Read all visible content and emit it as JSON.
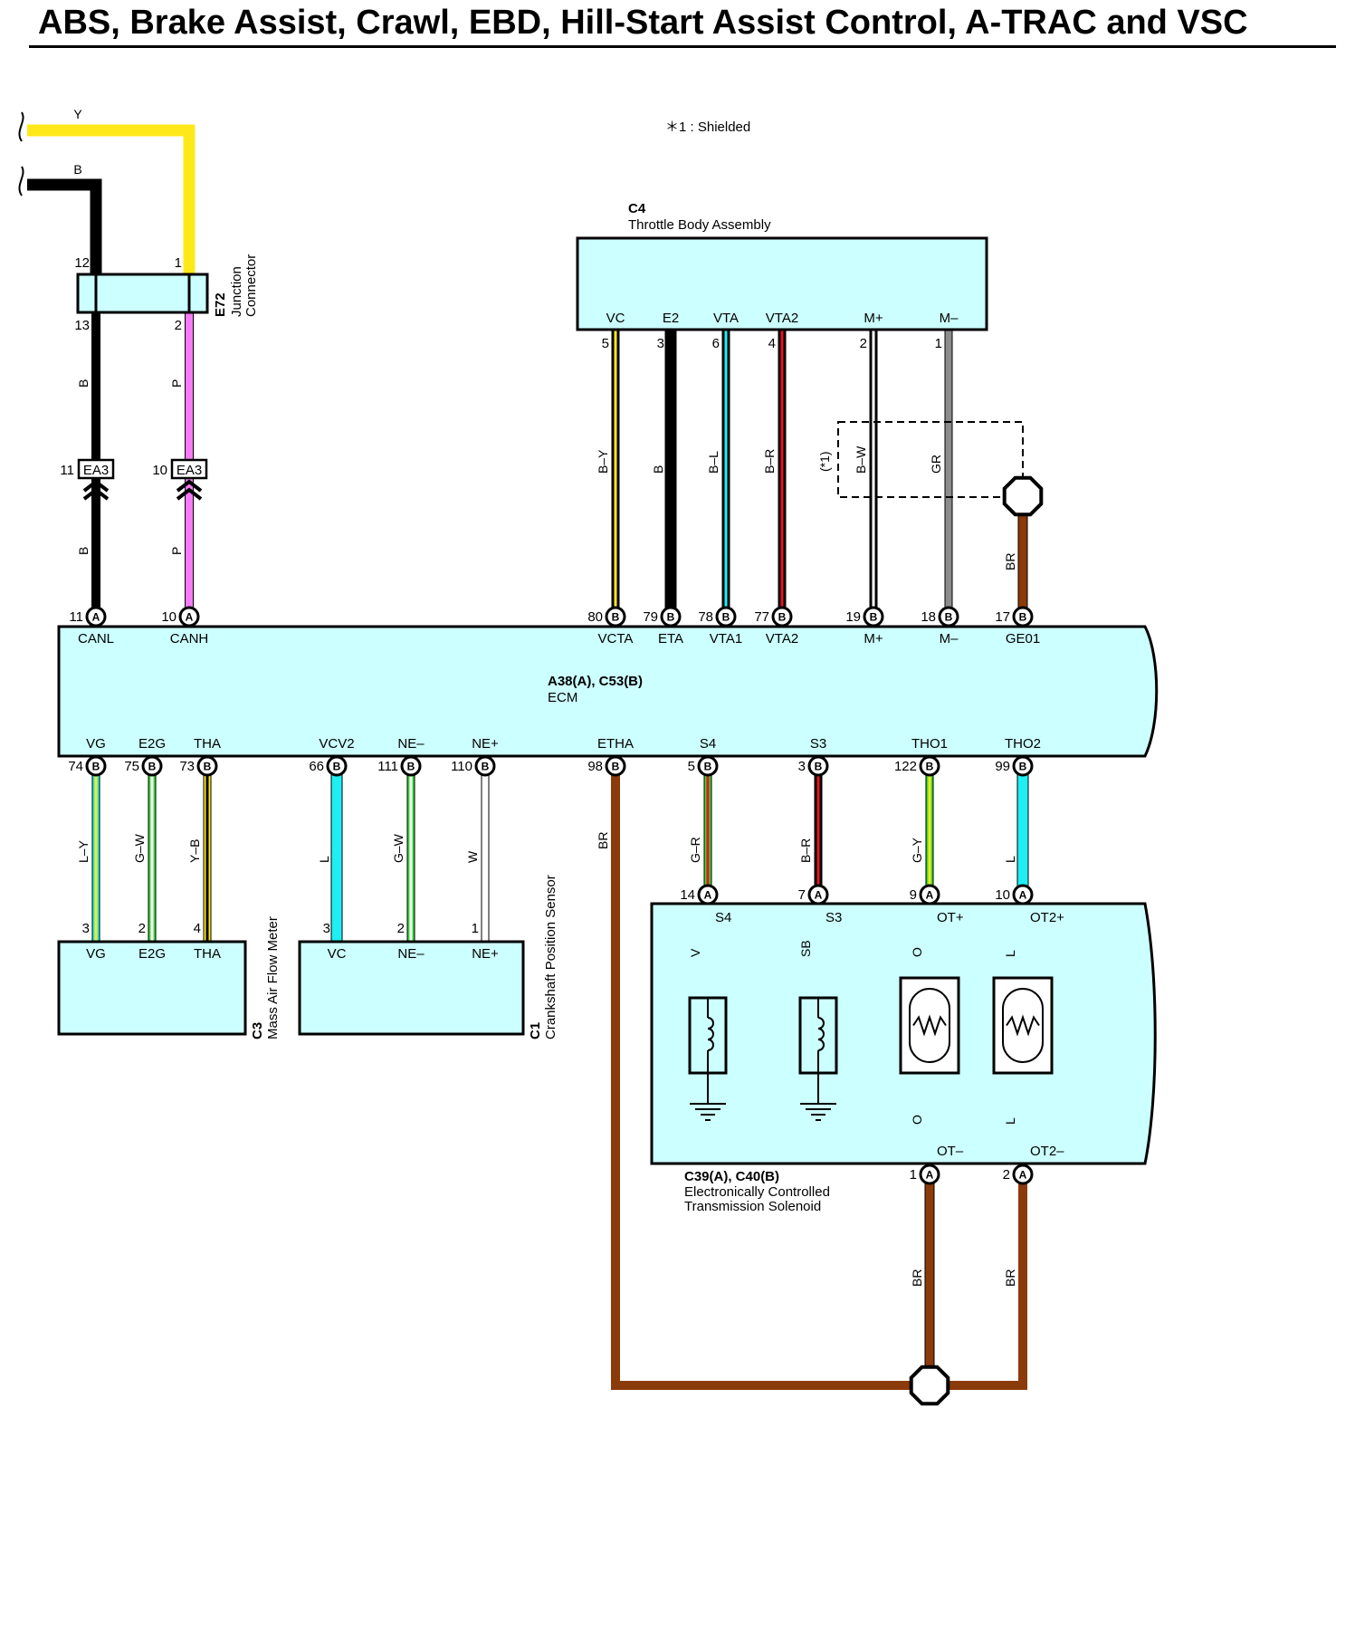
{
  "title": "ABS, Brake Assist, Crawl, EBD, Hill-Start Assist Control, A-TRAC and VSC",
  "note": "＊1 : Shielded",
  "shield_mark": "(*1)",
  "colors": {
    "Y": "#FFE81A",
    "B": "#000000",
    "P": "#F77BF7",
    "L": "#1EEFF2",
    "R": "#E8141C",
    "W": "#FFFFFF",
    "G": "#33DD33",
    "GR": "#8C8C8C",
    "BR": "#8B3A0A",
    "V": "#3D1FD8",
    "SB": "#99F4F4",
    "O": "#FF8016",
    "body_fill": "#CCFFFF"
  },
  "incoming_wires": [
    {
      "id": "y-in",
      "color_code": "Y"
    },
    {
      "id": "b-in",
      "color_code": "B"
    }
  ],
  "e72": {
    "code": "E72",
    "name_line1": "Junction",
    "name_line2": "Connector",
    "pins": {
      "top_left": "12",
      "top_right": "1",
      "bottom_left": "13",
      "bottom_right": "2"
    },
    "wire_left": "B",
    "wire_right": "P"
  },
  "ea3": [
    {
      "pin": "11",
      "label": "EA3",
      "wire_below": "B"
    },
    {
      "pin": "10",
      "label": "EA3",
      "wire_below": "P"
    }
  ],
  "c4": {
    "code": "C4",
    "name": "Throttle Body Assembly",
    "terminals": [
      {
        "signal": "VC",
        "pin": "5",
        "wire": "B–Y"
      },
      {
        "signal": "E2",
        "pin": "3",
        "wire": "B"
      },
      {
        "signal": "VTA",
        "pin": "6",
        "wire": "B–L"
      },
      {
        "signal": "VTA2",
        "pin": "4",
        "wire": "B–R"
      },
      {
        "signal": "M+",
        "pin": "2",
        "wire": "B–W"
      },
      {
        "signal": "M–",
        "pin": "1",
        "wire": "GR"
      }
    ],
    "shield_wire": "BR"
  },
  "ecm": {
    "code": "A38(A), C53(B)",
    "name": "ECM",
    "top_pins": [
      {
        "pin": "11",
        "letter": "A",
        "signal": "CANL"
      },
      {
        "pin": "10",
        "letter": "A",
        "signal": "CANH"
      },
      {
        "pin": "80",
        "letter": "B",
        "signal": "VCTA"
      },
      {
        "pin": "79",
        "letter": "B",
        "signal": "ETA"
      },
      {
        "pin": "78",
        "letter": "B",
        "signal": "VTA1"
      },
      {
        "pin": "77",
        "letter": "B",
        "signal": "VTA2"
      },
      {
        "pin": "19",
        "letter": "B",
        "signal": "M+"
      },
      {
        "pin": "18",
        "letter": "B",
        "signal": "M–"
      },
      {
        "pin": "17",
        "letter": "B",
        "signal": "GE01"
      }
    ],
    "bottom_pins": [
      {
        "pin": "74",
        "letter": "B",
        "signal": "VG",
        "wire": "L–Y"
      },
      {
        "pin": "75",
        "letter": "B",
        "signal": "E2G",
        "wire": "G–W"
      },
      {
        "pin": "73",
        "letter": "B",
        "signal": "THA",
        "wire": "Y–B"
      },
      {
        "pin": "66",
        "letter": "B",
        "signal": "VCV2",
        "wire": "L"
      },
      {
        "pin": "111",
        "letter": "B",
        "signal": "NE–",
        "wire": "G–W"
      },
      {
        "pin": "110",
        "letter": "B",
        "signal": "NE+",
        "wire": "W"
      },
      {
        "pin": "98",
        "letter": "B",
        "signal": "ETHA",
        "wire": "BR"
      },
      {
        "pin": "5",
        "letter": "B",
        "signal": "S4",
        "wire": "G–R"
      },
      {
        "pin": "3",
        "letter": "B",
        "signal": "S3",
        "wire": "B–R"
      },
      {
        "pin": "122",
        "letter": "B",
        "signal": "THO1",
        "wire": "G–Y"
      },
      {
        "pin": "99",
        "letter": "B",
        "signal": "THO2",
        "wire": "L"
      }
    ]
  },
  "c3": {
    "code": "C3",
    "name": "Mass Air Flow Meter",
    "terminals": [
      {
        "pin": "3",
        "signal": "VG"
      },
      {
        "pin": "2",
        "signal": "E2G"
      },
      {
        "pin": "4",
        "signal": "THA"
      }
    ]
  },
  "c1": {
    "code": "C1",
    "name": "Crankshaft Position Sensor",
    "terminals": [
      {
        "pin": "3",
        "signal": "VC"
      },
      {
        "pin": "2",
        "signal": "NE–"
      },
      {
        "pin": "1",
        "signal": "NE+"
      }
    ]
  },
  "c39": {
    "code": "C39(A), C40(B)",
    "name_line1": "Electronically Controlled",
    "name_line2": "Transmission Solenoid",
    "top_pins": [
      {
        "pin": "14",
        "letter": "A",
        "signal": "S4",
        "wire": "V"
      },
      {
        "pin": "7",
        "letter": "A",
        "signal": "S3",
        "wire": "SB"
      },
      {
        "pin": "9",
        "letter": "A",
        "signal": "OT+",
        "wire": "O"
      },
      {
        "pin": "10",
        "letter": "A",
        "signal": "OT2+",
        "wire": "L"
      }
    ],
    "bottom_pins": [
      {
        "pin": "1",
        "letter": "A",
        "signal": "OT–",
        "wire": "O",
        "out_wire": "BR"
      },
      {
        "pin": "2",
        "letter": "A",
        "signal": "OT2–",
        "wire": "L",
        "out_wire": "BR"
      }
    ]
  }
}
